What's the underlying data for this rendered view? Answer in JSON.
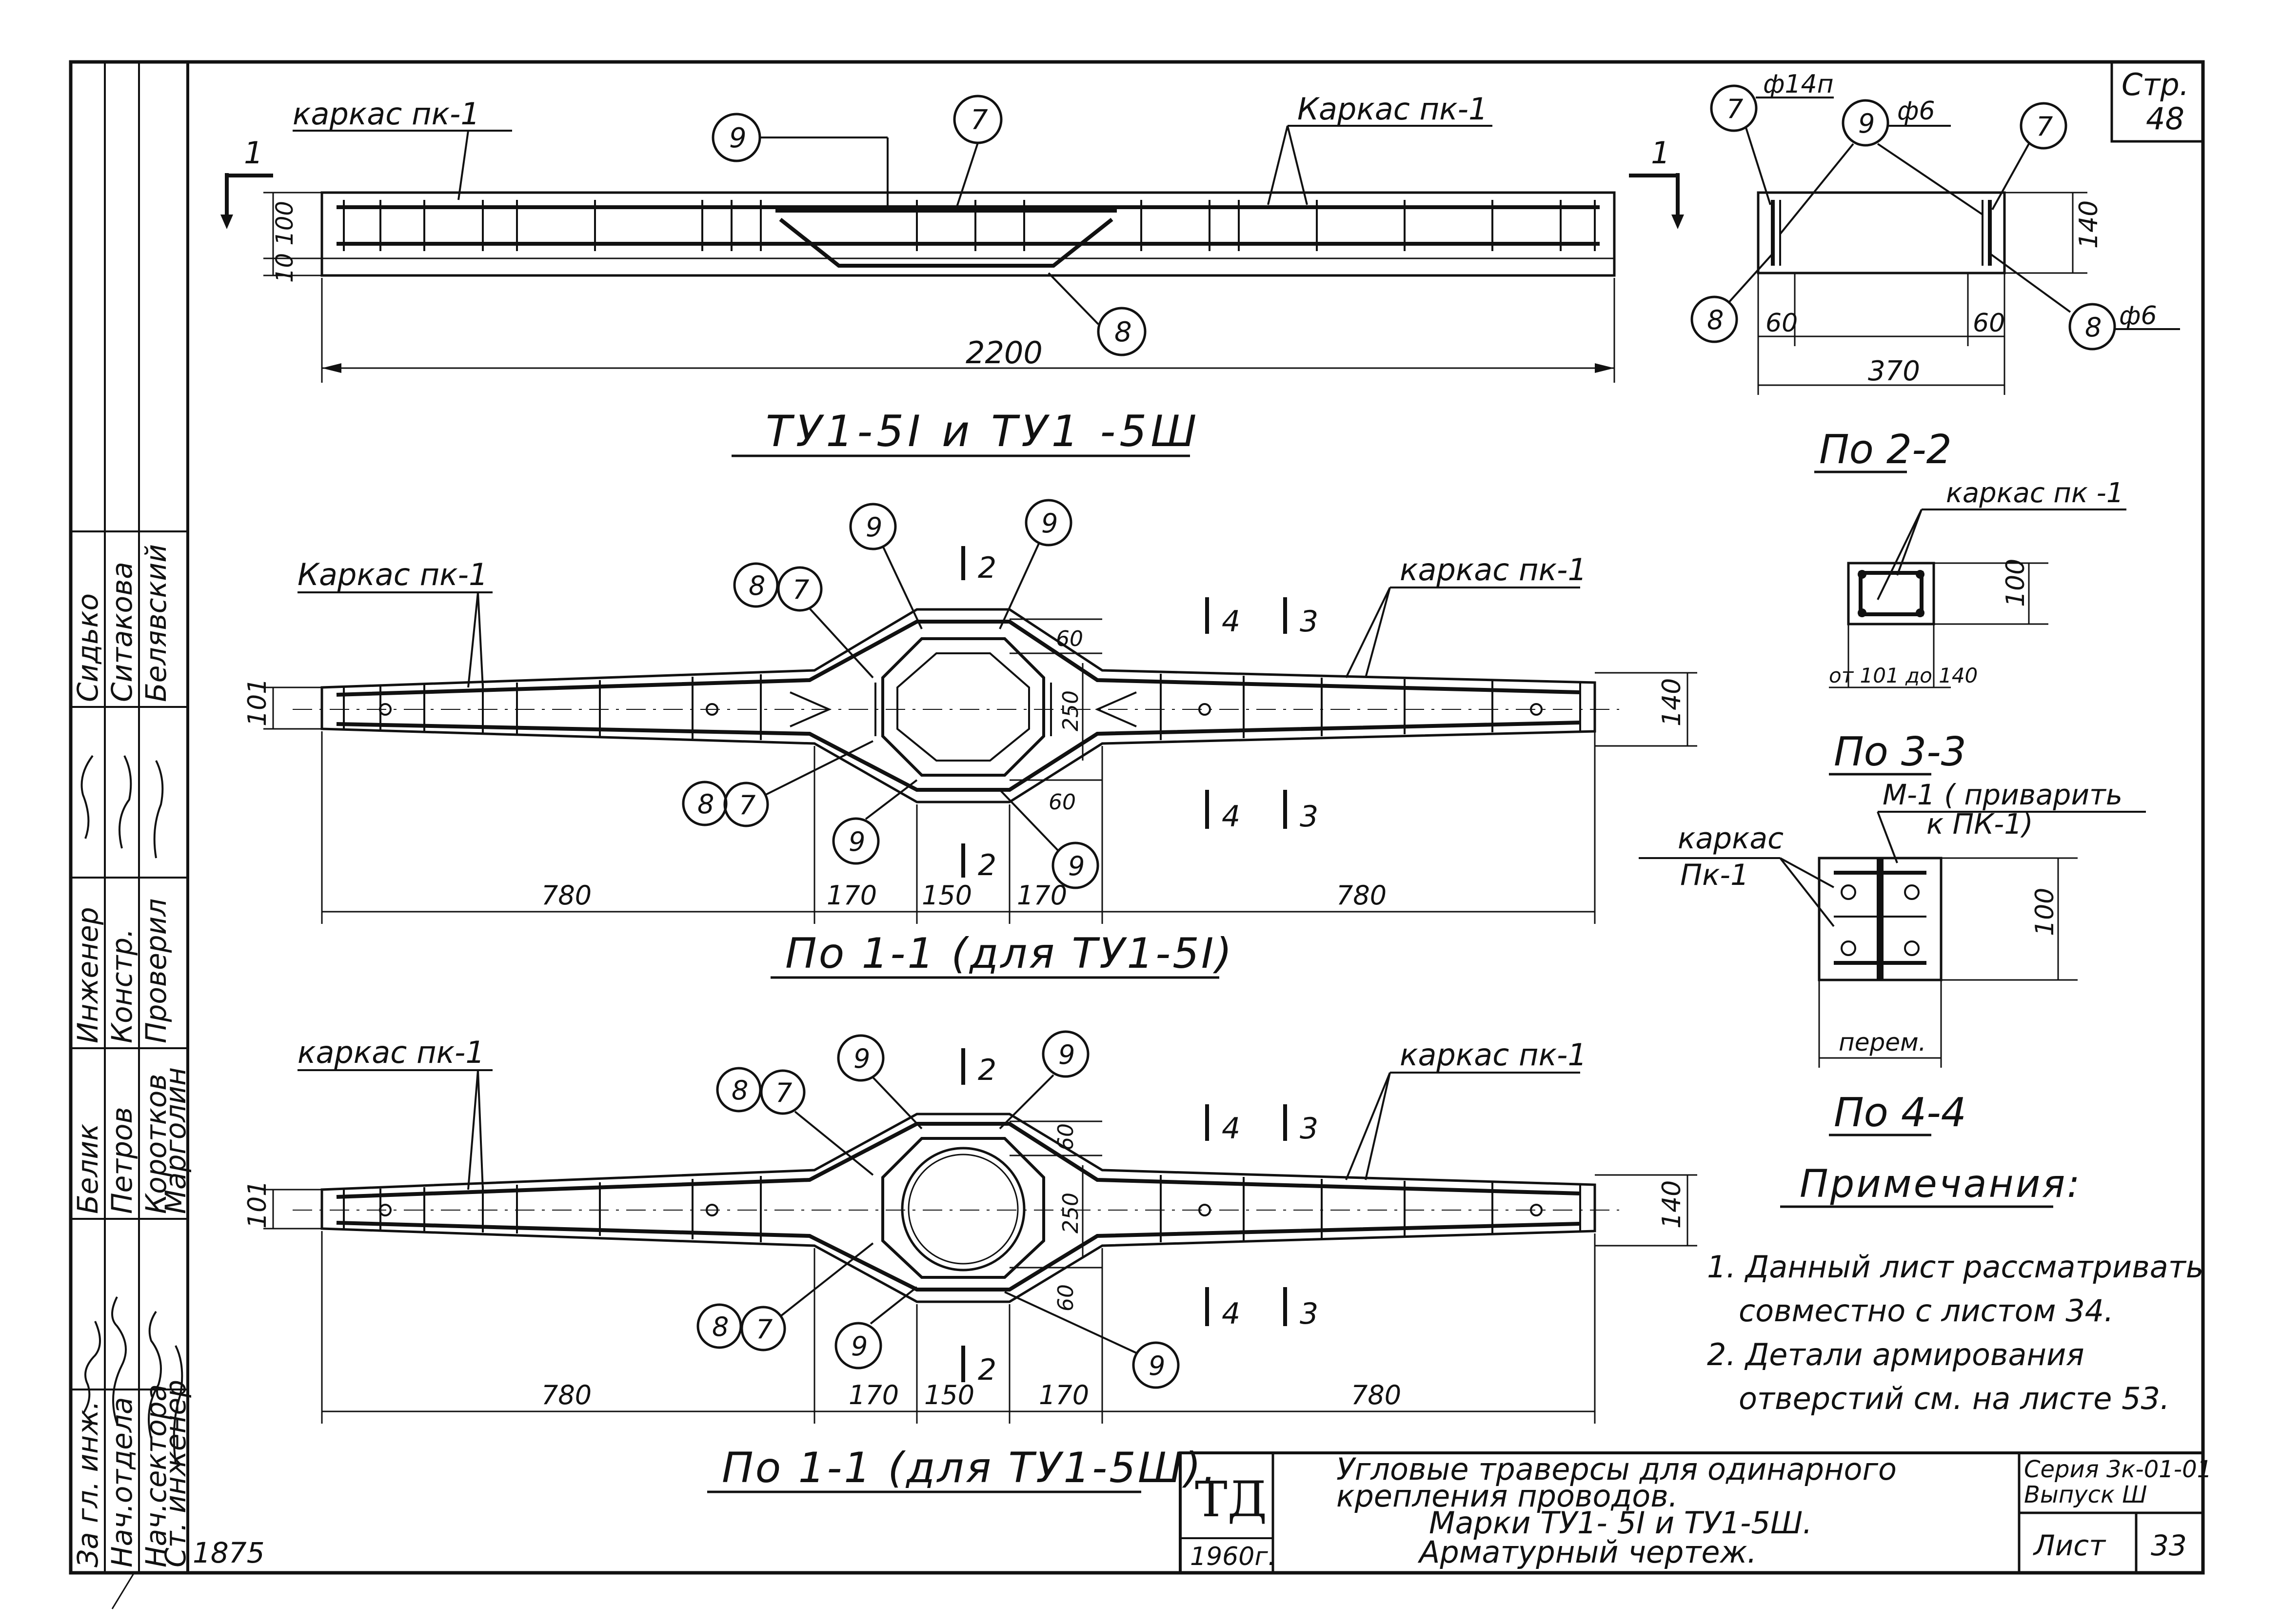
{
  "sheet": {
    "page_label": "Стр.",
    "page_number": "48",
    "left_margin_number": "1875",
    "stamp_top": "ТД",
    "stamp_year": "1960г.",
    "title_lines": [
      "Угловые траверсы для одинарного",
      "крепления проводов.",
      "Марки ТУ1- 5I и ТУ1-5Ш.",
      "Арматурный чертеж."
    ],
    "series": "Серия 3к-01-01",
    "issue": "Выпуск Ш",
    "sheet_label": "Лист",
    "sheet_number": "33"
  },
  "signatures": {
    "roles_bottom": [
      "За гл. инж.",
      "Нач.отдела",
      "Нач.сектора",
      "Ст. инженер"
    ],
    "names_bottom": [
      "Белик",
      "Петров",
      "Коротков",
      "Марголин"
    ],
    "roles_top": [
      "Инженер",
      "Констр.",
      "Проверил"
    ],
    "names_top": [
      "Сидько",
      "Ситакова",
      "Белявский"
    ]
  },
  "view_top": {
    "callouts": [
      "9",
      "7",
      "8"
    ],
    "frame_label_left": "каркас пк-1",
    "frame_label_right": "Каркас пк-1",
    "section_mark_left": "1",
    "section_mark_right": "1",
    "dim_heights": "10 100",
    "dim_length": "2200",
    "title": "ТУ1-5I и ТУ1 -5Ш"
  },
  "section_22": {
    "callouts_top": [
      "7",
      "9",
      "7"
    ],
    "callouts_side": [
      "8",
      "8"
    ],
    "label_phi14": "ф14п",
    "label_phi6_top": "ф6",
    "label_phi6_side": "ф6",
    "dim_60_left": "60",
    "dim_60_right": "60",
    "dim_width": "370",
    "dim_height": "140",
    "title": "По 2-2"
  },
  "section_33": {
    "label": "каркас пк -1",
    "dim_height": "100",
    "dim_bottom": "от 101 до 140",
    "title": "По 3-3"
  },
  "section_44": {
    "label_left_1": "каркас",
    "label_left_2": "Пк-1",
    "label_top_1": "М-1 ( приварить",
    "label_top_2": "к ПК-1)",
    "dim_height": "100",
    "label_bottom": "перем.",
    "title": "По 4-4"
  },
  "plan_1": {
    "frame_label_left": "Каркас пк-1",
    "frame_label_right": "каркас пк-1",
    "callouts": [
      "9",
      "9",
      "8",
      "7",
      "8",
      "7",
      "9",
      "9"
    ],
    "section_marks": [
      "2",
      "2",
      "4",
      "3",
      "4",
      "3"
    ],
    "dims": [
      "780",
      "170",
      "150",
      "170",
      "780",
      "60",
      "60",
      "250",
      "101",
      "140"
    ],
    "title": "По 1-1 (для ТУ1-5I)"
  },
  "plan_2": {
    "frame_label_left": "каркас пк-1",
    "frame_label_right": "каркас пк-1",
    "callouts": [
      "9",
      "9",
      "8",
      "7",
      "8",
      "7",
      "9",
      "9"
    ],
    "section_marks": [
      "2",
      "2",
      "4",
      "3",
      "4",
      "3"
    ],
    "dims": [
      "780",
      "170",
      "150",
      "170",
      "780",
      "60",
      "60",
      "250",
      "101",
      "140"
    ],
    "title": "По 1-1 (для ТУ1-5Ш)."
  },
  "notes": {
    "heading": "Примечания:",
    "items": [
      "1. Данный лист рассматривать",
      "совместно с листом 34.",
      "2. Детали армирования",
      "отверстий см. на листе 53."
    ]
  }
}
